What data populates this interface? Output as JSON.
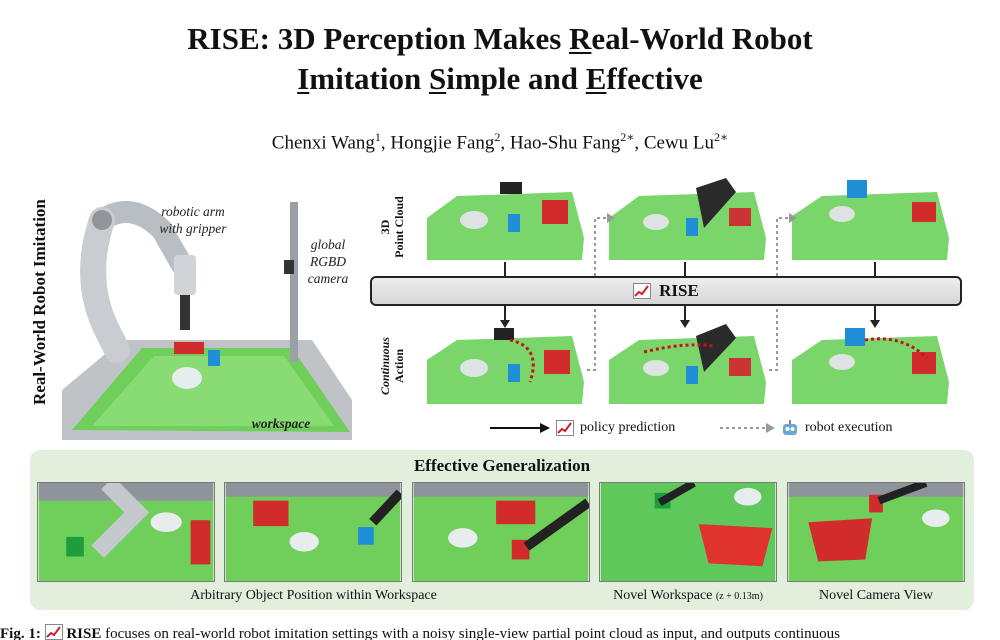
{
  "paper": {
    "title_line1": "RISE: 3D Perception Makes Real-World Robot",
    "title_line2": "Imitation Simple and Effective",
    "authors": [
      {
        "name": "Chenxi Wang",
        "sup": "1"
      },
      {
        "name": "Hongjie Fang",
        "sup": "2"
      },
      {
        "name": "Hao-Shu Fang",
        "sup": "2∗"
      },
      {
        "name": "Cewu Lu",
        "sup": "2∗"
      }
    ]
  },
  "figure": {
    "left_panel": {
      "vertical_label": "Real-World Robot Imitation",
      "robot_label_line1": "robotic arm",
      "robot_label_line2": "with gripper",
      "camera_label_line1": "global",
      "camera_label_line2": "RGBD",
      "camera_label_line3": "camera",
      "workspace_label": "workspace"
    },
    "right_panel": {
      "row1_label_line1": "3D",
      "row1_label_line2": "Point Cloud",
      "row2_label_line1": "Continuous",
      "row2_label_line2": "Action",
      "center_label": "RISE",
      "legend_policy": "policy prediction",
      "legend_robot": "robot execution"
    },
    "generalization": {
      "title": "Effective Generalization",
      "caption1": "Arbitrary Object Position within Workspace",
      "caption2": "Novel Workspace",
      "caption2_note": "(z + 0.13m)",
      "caption3": "Novel Camera View"
    },
    "caption": {
      "prefix": "Fig. 1:",
      "name": "RISE",
      "text": "focuses on real-world robot imitation settings with a noisy single-view partial point cloud as input, and outputs continuous"
    }
  },
  "colors": {
    "table_green": "#6fcf5a",
    "point_cloud_green": "#7ad66a",
    "basket_red": "#d12b2b",
    "cup_blue": "#1e8fd6",
    "trajectory_red": "#c0141c",
    "generalization_bg": "#e3efdd"
  },
  "icons": [
    "chart-line-icon",
    "robot-icon",
    "arrow-right-icon"
  ]
}
